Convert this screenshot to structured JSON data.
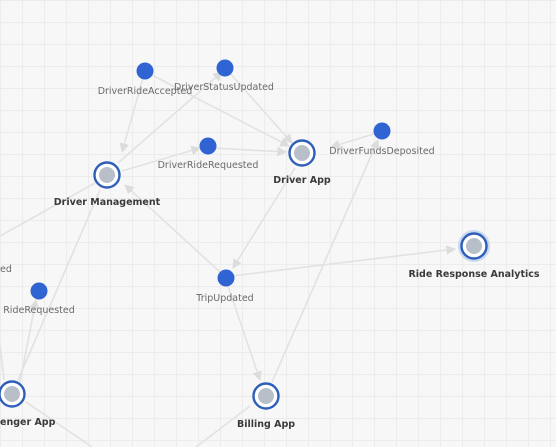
{
  "services": [
    {
      "id": "driver_management",
      "label": "Driver Management"
    },
    {
      "id": "driver_app",
      "label": "Driver App"
    },
    {
      "id": "ride_response_analytics",
      "label": "Ride Response Analytics"
    },
    {
      "id": "passenger_app",
      "label": "enger App"
    },
    {
      "id": "billing_app",
      "label": "Billing App"
    }
  ],
  "events": [
    {
      "id": "driver_ride_accepted",
      "label": "DriverRideAccepted"
    },
    {
      "id": "driver_status_updated",
      "label": "DriverStatusUpdated"
    },
    {
      "id": "driver_ride_requested",
      "label": "DriverRideRequested"
    },
    {
      "id": "driver_funds_deposited",
      "label": "DriverFundsDeposited"
    },
    {
      "id": "trip_updated",
      "label": "TripUpdated"
    },
    {
      "id": "ride_requested",
      "label": "RideRequested"
    },
    {
      "id": "partial_left",
      "label": "ed"
    }
  ],
  "colors": {
    "event_node": "#2f64d2",
    "service_ring": "#2f5fb8",
    "service_core": "#b9bfc8",
    "edge": "#e2e2e2",
    "background": "#f7f7f7"
  }
}
